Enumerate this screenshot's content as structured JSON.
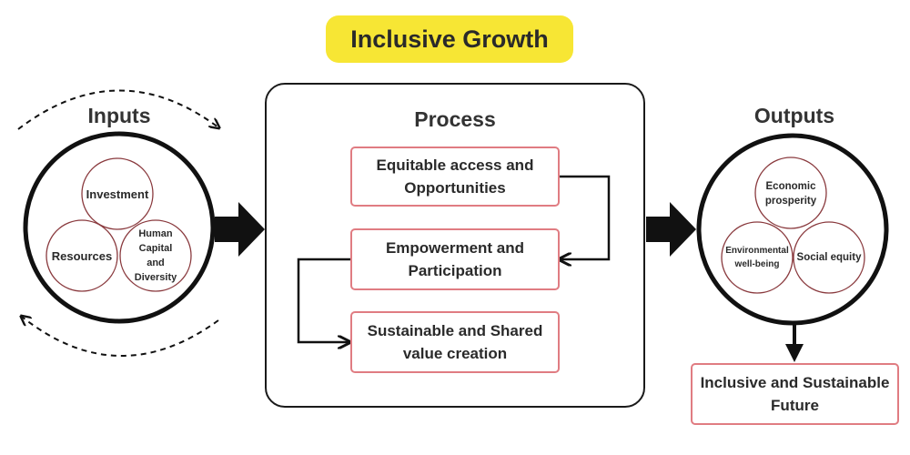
{
  "title": "Inclusive Growth",
  "inputs": {
    "label": "Inputs",
    "circles": [
      "Investment",
      "Resources",
      "Human Capital and Diversity"
    ]
  },
  "process": {
    "label": "Process",
    "steps": [
      "Equitable access and Opportunities",
      "Empowerment and Participation",
      "Sustainable and Shared value creation"
    ]
  },
  "outputs": {
    "label": "Outputs",
    "circles": [
      "Economic prosperity",
      "Environmental well-being",
      "Social equity"
    ],
    "result": "Inclusive and Sustainable Future"
  },
  "colors": {
    "title_bg": "#f7e634",
    "step_border": "#e07c82",
    "circle_border": "#8a3a3e",
    "outline": "#1a1a1a"
  }
}
